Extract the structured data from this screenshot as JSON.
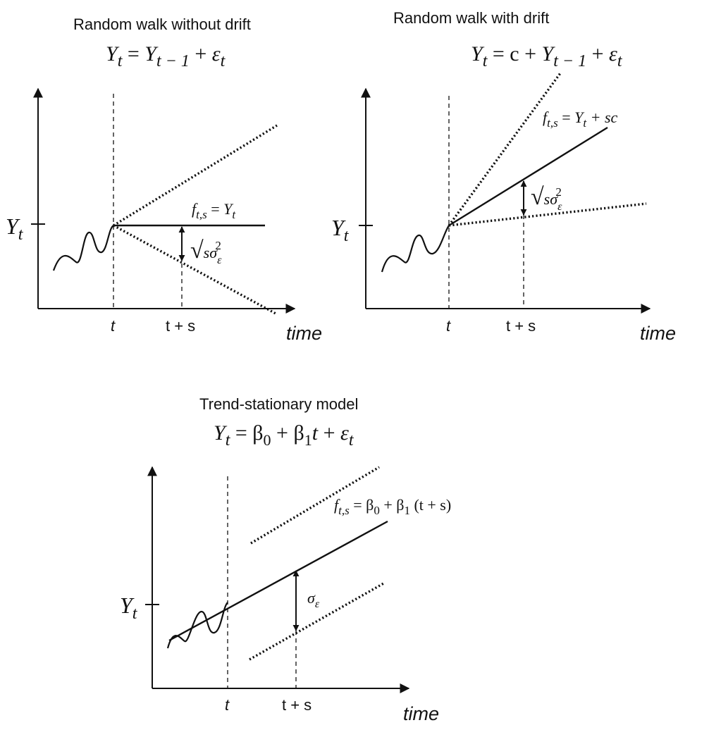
{
  "panels": {
    "rw_no_drift": {
      "title": "Random walk without drift",
      "eq": {
        "Y": "Y",
        "t": "t",
        "eqs": " = ",
        "tm1": "t − 1",
        "plus": " + ",
        "eps": "ε",
        "t2": "t"
      },
      "y_label": {
        "Y": "Y",
        "t": "t"
      },
      "x_tick_t": "t",
      "x_tick_ts": "t + s",
      "x_axis_label": "time",
      "forecast": {
        "f": "f",
        "sub": "t,s",
        "eqs": " = ",
        "Y": "Y",
        "t": "t"
      },
      "band": {
        "radical": "√",
        "s": "s",
        "sigma": "σ",
        "sub": "ε",
        "sup": "2"
      }
    },
    "rw_drift": {
      "title": "Random walk with drift",
      "eq": {
        "Y": "Y",
        "t": "t",
        "eqs": " = c + ",
        "Y2": "Y",
        "tm1": "t − 1",
        "plus": " + ",
        "eps": "ε",
        "t2": "t"
      },
      "y_label": {
        "Y": "Y",
        "t": "t"
      },
      "x_tick_t": "t",
      "x_tick_ts": "t + s",
      "x_axis_label": "time",
      "forecast": {
        "f": "f",
        "sub": "t,s",
        "eqs": " = ",
        "Y": "Y",
        "t": "t",
        "rest": " + sc"
      },
      "band": {
        "radical": "√",
        "s": "s",
        "sigma": "σ",
        "sub": "ε",
        "sup": "2"
      }
    },
    "trend": {
      "title": "Trend-stationary model",
      "eq": {
        "Y": "Y",
        "t": "t",
        "eqs": " = β",
        "b0": "0",
        "plus1": " + β",
        "b1": "1",
        "tt": "t",
        "plus2": " + ",
        "eps": "ε",
        "t2": "t"
      },
      "y_label": {
        "Y": "Y",
        "t": "t"
      },
      "x_tick_t": "t",
      "x_tick_ts": "t + s",
      "x_axis_label": "time",
      "forecast": {
        "f": "f",
        "sub": "t,s",
        "eqs": " = β",
        "b0": "0",
        "plus": " + β",
        "b1": "1",
        "rest": " (t + s)"
      },
      "band": {
        "sigma": "σ",
        "sub": "ε"
      }
    }
  }
}
